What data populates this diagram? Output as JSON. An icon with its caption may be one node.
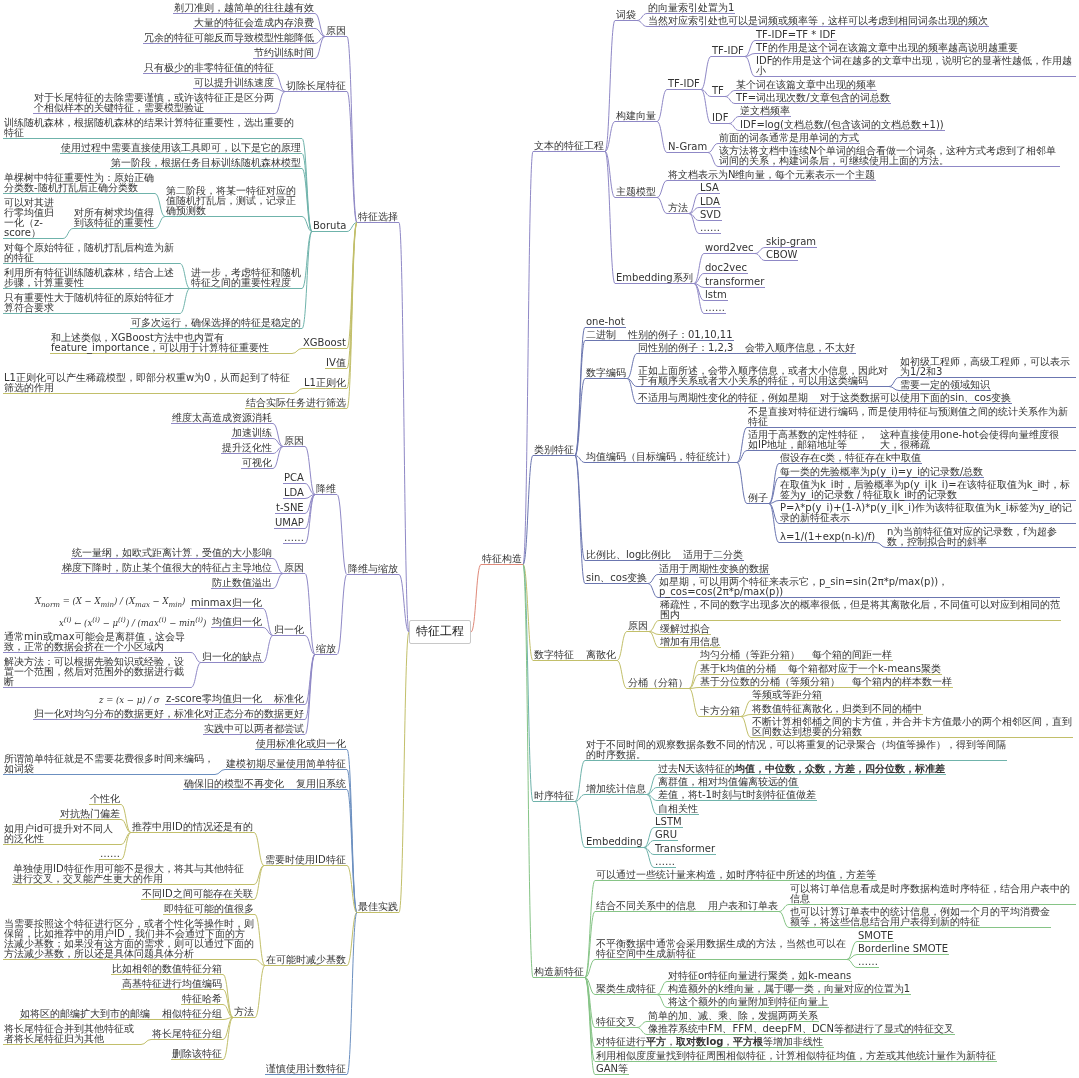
{
  "diagram": {
    "nodes": [
      {
        "text": [
          "特征工程"
        ]
      },
      {
        "text": [
          "特征选择"
        ]
      },
      {
        "text": [
          "原因"
        ]
      },
      {
        "text": [
          "剃刀准则，越简单的往往越有效"
        ]
      },
      {
        "text": [
          "大量的特征会造成内存浪费"
        ]
      },
      {
        "text": [
          "冗余的特征可能反而导致模型性能降低"
        ]
      },
      {
        "text": [
          "节约训练时间"
        ]
      },
      {
        "text": [
          "切除长尾特征"
        ]
      },
      {
        "text": [
          "只有极少的非零特征值的特征"
        ]
      },
      {
        "text": [
          "可以提升训练速度"
        ]
      },
      {
        "text": [
          "对于长尾特征的去除需要谨慎，或许该特征正是区分两个相似样本的关键特征，需要模型验证"
        ]
      },
      {
        "text": [
          "Boruta"
        ]
      },
      {
        "text": [
          "训练随机森林，根据随机森林的结果计算特征重要性，选出重要的特征"
        ]
      },
      {
        "text": [
          "使用过程中需要直接使用该工具即可，以下是它的原理"
        ]
      },
      {
        "text": [
          "第一阶段，根据任务目标训练随机森林模型"
        ]
      },
      {
        "text": [
          "第二阶段，将某一特征对应的值随机打乱后，测试，记录正确预测数"
        ]
      },
      {
        "text": [
          "单棵树中特征重要性为：原始正确分类数-随机打乱后正确分类数"
        ]
      },
      {
        "text": [
          "对所有树求均值得到该特征的重要性"
        ]
      },
      {
        "text": [
          "可以对其进行零均值归一化（z-score）"
        ]
      },
      {
        "text": [
          "进一步，考虑特征和随机特征之间的重要性程度"
        ]
      },
      {
        "text": [
          "对每个原始特征，随机打乱后构造为新的特征"
        ]
      },
      {
        "text": [
          "利用所有特征训练随机森林，结合上述步骤，计算重要性"
        ]
      },
      {
        "text": [
          "只有重要性大于随机特征的原始特征才算符合要求"
        ]
      },
      {
        "text": [
          "可多次运行，确保选择的特征是稳定的"
        ]
      },
      {
        "text": [
          "XGBoost"
        ]
      },
      {
        "text": [
          "和上述类似，XGBoost方法中也内置有feature_importance，可以用于计算特征重要性"
        ]
      },
      {
        "text": [
          "IV值"
        ]
      },
      {
        "text": [
          "L1正则化"
        ]
      },
      {
        "text": [
          "L1正则化可以产生稀疏模型，即部分权重w为0，从而起到了特征筛选的作用"
        ]
      },
      {
        "text": [
          "结合实际任务进行筛选"
        ]
      },
      {
        "text": [
          "降维与缩放"
        ]
      },
      {
        "text": [
          "降维"
        ]
      },
      {
        "text": [
          "原因"
        ]
      },
      {
        "text": [
          "维度太高造成资源消耗"
        ]
      },
      {
        "text": [
          "加速训练"
        ]
      },
      {
        "text": [
          "提升泛化性"
        ]
      },
      {
        "text": [
          "可视化"
        ]
      },
      {
        "text": [
          "PCA"
        ]
      },
      {
        "text": [
          "LDA"
        ]
      },
      {
        "text": [
          "t-SNE"
        ]
      },
      {
        "text": [
          "UMAP"
        ]
      },
      {
        "text": [
          "……"
        ]
      },
      {
        "text": [
          "缩放"
        ]
      },
      {
        "text": [
          "原因"
        ]
      },
      {
        "text": [
          "统一量纲，如欧式距离计算，受值的大小影响"
        ]
      },
      {
        "text": [
          "梯度下降时，防止某个值很大的特征占主导地位"
        ]
      },
      {
        "text": [
          "防止数值溢出"
        ]
      },
      {
        "text": [
          "归一化"
        ]
      },
      {
        "text": [
          "minmax归一化"
        ],
        "beside": [
          "X$_{norm}$ = (X − X$_{min}$) / (X$_{max}$ − X$_{min}$)"
        ]
      },
      {
        "text": [
          "均值归一化"
        ],
        "beside": [
          "x$^{(i)}$ ← (x$^{(i)}$ − μ$^{(i)}$) / (max$^{(i)}$ − min$^{(i)}$)"
        ]
      },
      {
        "text": [
          "归一化的缺点"
        ]
      },
      {
        "text": [
          "通常min或max可能会是离群值，这会导致，正常的数据会挤在一个小区域内"
        ]
      },
      {
        "text": [
          "解决方法：可以根据先验知识或经验，设置一个范围，然后对范围外的数据进行截断"
        ]
      },
      {
        "text": [
          "标准化"
        ]
      },
      {
        "text": [
          "z-score零均值归一化"
        ],
        "beside": [
          "z = (x − μ) / σ"
        ]
      },
      {
        "text": [
          "归一化对均匀分布的数据更好，标准化对正态分布的数据更好"
        ]
      },
      {
        "text": [
          "实践中可以两者都尝试"
        ]
      },
      {
        "text": [
          "最佳实践"
        ]
      },
      {
        "text": [
          "使用标准化或归一化"
        ]
      },
      {
        "text": [
          "建模初期尽量使用简单特征"
        ]
      },
      {
        "text": [
          "所谓简单特征就是不需要花费很多时间来编码，如词袋"
        ]
      },
      {
        "text": [
          "复用旧系统"
        ]
      },
      {
        "text": [
          "确保旧的模型不再变化"
        ]
      },
      {
        "text": [
          "需要时使用ID特征"
        ]
      },
      {
        "text": [
          "推荐中用ID的情况还是有的"
        ]
      },
      {
        "text": [
          "个性化"
        ]
      },
      {
        "text": [
          "对抗热门偏差"
        ]
      },
      {
        "text": [
          "如用户id可提升对不同人的泛化性"
        ]
      },
      {
        "text": [
          "……"
        ]
      },
      {
        "text": [
          "单独使用ID特征作用可能不是很大，将其与其他特征进行交叉，交叉能产生更大的作用"
        ]
      },
      {
        "text": [
          "不同ID之间可能存在关联"
        ]
      },
      {
        "text": [
          "在可能时减少基数"
        ]
      },
      {
        "text": [
          "即特征可能的值很多"
        ]
      },
      {
        "text": [
          "当需要按照这个特征进行区分，或者个性化等操作时，则保留，比如推荐中的用户ID，我们并不会通过下面的方法减少基数；如果没有这方面的需求，则可以通过下面的方法减少基数，所以还是具体问题具体分析"
        ]
      },
      {
        "text": [
          "方法"
        ]
      },
      {
        "text": [
          "比如相邻的数值特征分箱"
        ]
      },
      {
        "text": [
          "高基特征进行均值编码"
        ]
      },
      {
        "text": [
          "特征哈希"
        ]
      },
      {
        "text": [
          "相似特征分组"
        ]
      },
      {
        "text": [
          "如将区的邮编扩大到市的邮编"
        ]
      },
      {
        "text": [
          "将长尾特征分组"
        ]
      },
      {
        "text": [
          "将长尾特征合并到其他特征或者将长尾特征归为其他"
        ]
      },
      {
        "text": [
          "删除该特征"
        ]
      },
      {
        "text": [
          "谨慎使用计数特征"
        ]
      },
      {
        "text": [
          "特征构造"
        ]
      },
      {
        "text": [
          "文本的特征工程"
        ]
      },
      {
        "text": [
          "词袋"
        ]
      },
      {
        "text": [
          "的向量索引处置为1"
        ]
      },
      {
        "text": [
          "当然对应索引处也可以是词频或频率等，这样可以考虑到相同词条出现的频次"
        ]
      },
      {
        "text": [
          "构建向量"
        ]
      },
      {
        "text": [
          "TF-IDF"
        ]
      },
      {
        "text": [
          "TF-IDF"
        ]
      },
      {
        "text": [
          "TF-IDF=TF * IDF"
        ]
      },
      {
        "text": [
          "TF的作用是这个词在该篇文章中出现的频率越高说明越重要"
        ]
      },
      {
        "text": [
          "IDF的作用是这个词在越多的文章中出现，说明它的显著性越低，作用越小"
        ]
      },
      {
        "text": [
          "TF"
        ]
      },
      {
        "text": [
          "某个词在该篇文章中出现的频率"
        ]
      },
      {
        "text": [
          "TF=词出现次数/文章包含的词总数"
        ]
      },
      {
        "text": [
          "IDF"
        ]
      },
      {
        "text": [
          "逆文档频率"
        ]
      },
      {
        "text": [
          "IDF=log(文档总数/(包含该词的文档总数+1))"
        ]
      },
      {
        "text": [
          "N-Gram"
        ]
      },
      {
        "text": [
          "前面的词条通常是用单词的方式"
        ]
      },
      {
        "text": [
          "该方法将文档中连续N个单词的组合看做一个词条，这种方式考虑到了相邻单词间的关系，构建词条后，可继续使用上面的方法。"
        ]
      },
      {
        "text": [
          "主题模型"
        ]
      },
      {
        "text": [
          "将文档表示为N维向量，每个元素表示一个主题"
        ]
      },
      {
        "text": [
          "方法"
        ]
      },
      {
        "text": [
          "LSA"
        ]
      },
      {
        "text": [
          "LDA"
        ]
      },
      {
        "text": [
          "SVD"
        ]
      },
      {
        "text": [
          "……"
        ]
      },
      {
        "text": [
          "Embedding系列"
        ]
      },
      {
        "text": [
          "word2vec"
        ]
      },
      {
        "text": [
          "skip-gram"
        ]
      },
      {
        "text": [
          "CBOW"
        ]
      },
      {
        "text": [
          "doc2vec"
        ]
      },
      {
        "text": [
          "transformer"
        ]
      },
      {
        "text": [
          "lstm"
        ]
      },
      {
        "text": [
          "……"
        ]
      },
      {
        "text": [
          "类别特征"
        ]
      },
      {
        "text": [
          "one-hot"
        ]
      },
      {
        "text": [
          "二进制"
        ]
      },
      {
        "text": [
          "性别的例子：01,10,11"
        ]
      },
      {
        "text": [
          "数字编码"
        ]
      },
      {
        "text": [
          "同性别的例子：1,2,3"
        ]
      },
      {
        "text": [
          "会带入顺序信息，不太好"
        ]
      },
      {
        "text": [
          "正如上面所述，会带入顺序信息，或者大小信息，因此对于有顺序关系或者大小关系的特征，可以用这类编码"
        ]
      },
      {
        "text": [
          "如初级工程师，高级工程师，可以表示为1/2和3"
        ]
      },
      {
        "text": [
          "需要一定的领域知识"
        ]
      },
      {
        "text": [
          "不适用与周期性变化的特征，例如星期"
        ]
      },
      {
        "text": [
          "对于这类数据可以使用下面的sin、cos变换"
        ]
      },
      {
        "text": [
          "均值编码（目标编码，特征统计）"
        ]
      },
      {
        "text": [
          "不是直接对特征进行编码，而是使用特征与预测值之间的统计关系作为新特征"
        ]
      },
      {
        "text": [
          "适用于高基数的定性特征，如IP地址，邮箱地址等"
        ]
      },
      {
        "text": [
          "这种直接使用one-hot会使得向量维度很大，很稀疏"
        ]
      },
      {
        "text": [
          "例子"
        ]
      },
      {
        "text": [
          "假设存在c类，特征存在k中取值"
        ]
      },
      {
        "text": [
          "每一类的先验概率为p(y_i)=y_i的记录数/总数"
        ]
      },
      {
        "text": [
          "在取值为k_i时，后验概率为p(y_i|k_i)=在该特征取值为k_i时，标签为y_i的记录数 / 特征取k_i时的记录数"
        ]
      },
      {
        "text": [
          "P=λ*p(y_i)+(1-λ)*p(y_i|k_i)作为该特征取值为k_i标签为y_i的记录的新特征表示"
        ]
      },
      {
        "text": [
          "λ=1/(1+exp(n-k)/f)"
        ]
      },
      {
        "text": [
          "n为当前特征值对应的记录数，f为超参数，控制拟合时的斜率"
        ]
      },
      {
        "text": [
          "比例比、log比例比"
        ]
      },
      {
        "text": [
          "适用于二分类"
        ]
      },
      {
        "text": [
          "sin、cos变换"
        ]
      },
      {
        "text": [
          "适用于周期性变换的数据"
        ]
      },
      {
        "text": [
          "如星期，可以用两个特征来表示它，p_sin=sin(2π*p/max(p))，p_cos=cos(2π*p/max(p))"
        ]
      },
      {
        "text": [
          "数字特征"
        ]
      },
      {
        "text": [
          "离散化"
        ]
      },
      {
        "text": [
          "原因"
        ]
      },
      {
        "text": [
          "稀疏性，不同的数字出现多次的概率很低，但是将其离散化后，不同值可以对应到相同的范围内"
        ]
      },
      {
        "text": [
          "缓解过拟合"
        ]
      },
      {
        "text": [
          "增加有用信息"
        ]
      },
      {
        "text": [
          "分桶（分箱）"
        ]
      },
      {
        "text": [
          "均匀分桶（等距分箱）"
        ]
      },
      {
        "text": [
          "每个箱的间距一样"
        ]
      },
      {
        "text": [
          "基于k均值的分桶"
        ]
      },
      {
        "text": [
          "每个箱都对应于一个k-means聚类"
        ]
      },
      {
        "text": [
          "基于分位数的分桶（等频分箱）"
        ]
      },
      {
        "text": [
          "每个箱内的样本数一样"
        ]
      },
      {
        "text": [
          "卡方分箱"
        ]
      },
      {
        "text": [
          "等频或等距分箱"
        ]
      },
      {
        "text": [
          "将数值特征离散化，归类到不同的桶中"
        ]
      },
      {
        "text": [
          "不断计算相邻桶之间的卡方值，并合并卡方值最小的两个相邻区间，直到区间数达到想要的分箱数"
        ]
      },
      {
        "text": [
          "时序特征"
        ]
      },
      {
        "text": [
          "对于不同时间的观察数据条数不同的情况，可以将重复的记录聚合（均值等操作），得到等间隔的时序数据。"
        ]
      },
      {
        "text": [
          "增加统计信息"
        ]
      },
      {
        "text": [
          "过去N天该特征的**均值，中位数，众数，方差，四分位数，标准差**"
        ]
      },
      {
        "text": [
          "离群值，相对均值偏离较远的值"
        ]
      },
      {
        "text": [
          "差值，将t-1时刻与t时刻特征值做差"
        ]
      },
      {
        "text": [
          "自相关性"
        ]
      },
      {
        "text": [
          "Embedding"
        ]
      },
      {
        "text": [
          "LSTM"
        ]
      },
      {
        "text": [
          "GRU"
        ]
      },
      {
        "text": [
          "Transformer"
        ]
      },
      {
        "text": [
          "……"
        ]
      },
      {
        "text": [
          "构造新特征"
        ]
      },
      {
        "text": [
          "可以通过一些统计量来构造，如时序特征中所述的均值，方差等"
        ]
      },
      {
        "text": [
          "结合不同关系中的信息"
        ]
      },
      {
        "text": [
          "用户表和订单表"
        ]
      },
      {
        "text": [
          "可以将订单信息看成是时序数据构造时序特征，结合用户表中的信息"
        ]
      },
      {
        "text": [
          "也可以计算订单表中的统计信息，例如一个月的平均消费金额等，将这些信息结合用户表得到新的特征"
        ]
      },
      {
        "text": [
          "不平衡数据中通常会采用数据生成的方法，当然也可以在特征空间中生成新特征"
        ]
      },
      {
        "text": [
          "SMOTE"
        ]
      },
      {
        "text": [
          "Borderline SMOTE"
        ]
      },
      {
        "text": [
          "……"
        ]
      },
      {
        "text": [
          "聚类生成特征"
        ]
      },
      {
        "text": [
          "对特征or特征向量进行聚类，如k-means"
        ]
      },
      {
        "text": [
          "构造额外的k维向量，属于哪一类，向量对应的位置为1"
        ]
      },
      {
        "text": [
          "将这个额外的向量附加到特征向量上"
        ]
      },
      {
        "text": [
          "特征交叉"
        ]
      },
      {
        "text": [
          "简单的加、减、乘、除，发掘两两关系"
        ]
      },
      {
        "text": [
          "像推荐系统中FM、FFM、deepFM、DCN等都进行了显式的特征交叉"
        ]
      },
      {
        "text": [
          "对特征进行**平方**，**取对数log**，**平方根**等增加非线性"
        ]
      },
      {
        "text": [
          "利用相似度度量找到特征周围相似特征，计算相似特征均值，方差或其他统计量作为新特征"
        ]
      },
      {
        "text": [
          "GAN等"
        ]
      }
    ],
    "edges": [
      {
        "from": 0,
        "to": 1,
        "arrow": "none"
      },
      {
        "from": 1,
        "to": 2,
        "arrow": "none"
      },
      {
        "from": 2,
        "to": 3,
        "arrow": "none"
      },
      {
        "from": 2,
        "to": 4,
        "arrow": "none"
      },
      {
        "from": 2,
        "to": 5,
        "arrow": "none"
      },
      {
        "from": 2,
        "to": 6,
        "arrow": "none"
      },
      {
        "from": 1,
        "to": 7,
        "arrow": "none"
      },
      {
        "from": 7,
        "to": 8,
        "arrow": "none"
      },
      {
        "from": 7,
        "to": 9,
        "arrow": "none"
      },
      {
        "from": 7,
        "to": 10,
        "arrow": "none"
      },
      {
        "from": 1,
        "to": 11,
        "arrow": "none",
        "color": "#6fb3ab"
      },
      {
        "from": 11,
        "to": 12,
        "arrow": "none",
        "color": "#6fb3ab"
      },
      {
        "from": 11,
        "to": 13,
        "arrow": "none",
        "color": "#6fb3ab"
      },
      {
        "from": 11,
        "to": 14,
        "arrow": "none",
        "color": "#6fb3ab"
      },
      {
        "from": 11,
        "to": 15,
        "arrow": "none",
        "color": "#6fb3ab"
      },
      {
        "from": 15,
        "to": 16,
        "arrow": "none",
        "color": "#6fb3ab"
      },
      {
        "from": 15,
        "to": 17,
        "arrow": "none",
        "color": "#6fb3ab"
      },
      {
        "from": 17,
        "to": 18,
        "arrow": "none",
        "color": "#6fb3ab"
      },
      {
        "from": 11,
        "to": 19,
        "arrow": "none",
        "color": "#6fb3ab"
      },
      {
        "from": 19,
        "to": 20,
        "arrow": "none",
        "color": "#6fb3ab"
      },
      {
        "from": 19,
        "to": 21,
        "arrow": "none",
        "color": "#6fb3ab"
      },
      {
        "from": 19,
        "to": 22,
        "arrow": "none",
        "color": "#6fb3ab"
      },
      {
        "from": 11,
        "to": 23,
        "arrow": "none",
        "color": "#6fb3ab"
      },
      {
        "from": 1,
        "to": 24,
        "arrow": "none",
        "color": "#c2bf6a"
      },
      {
        "from": 24,
        "to": 25,
        "arrow": "none",
        "color": "#c2bf6a"
      },
      {
        "from": 1,
        "to": 26,
        "arrow": "none",
        "color": "#c2bf6a"
      },
      {
        "from": 1,
        "to": 27,
        "arrow": "none",
        "color": "#c2bf6a"
      },
      {
        "from": 27,
        "to": 28,
        "arrow": "none",
        "color": "#c2bf6a"
      },
      {
        "from": 1,
        "to": 29,
        "arrow": "none",
        "color": "#c2bf6a"
      },
      {
        "from": 0,
        "to": 30,
        "arrow": "none"
      },
      {
        "from": 30,
        "to": 31,
        "arrow": "none"
      },
      {
        "from": 31,
        "to": 32,
        "arrow": "none"
      },
      {
        "from": 32,
        "to": 33,
        "arrow": "none"
      },
      {
        "from": 32,
        "to": 34,
        "arrow": "none"
      },
      {
        "from": 32,
        "to": 35,
        "arrow": "none"
      },
      {
        "from": 32,
        "to": 36,
        "arrow": "none"
      },
      {
        "from": 31,
        "to": 37,
        "arrow": "none"
      },
      {
        "from": 31,
        "to": 38,
        "arrow": "none"
      },
      {
        "from": 31,
        "to": 39,
        "arrow": "none"
      },
      {
        "from": 31,
        "to": 40,
        "arrow": "none"
      },
      {
        "from": 31,
        "to": 41,
        "arrow": "none"
      },
      {
        "from": 30,
        "to": 42,
        "arrow": "none"
      },
      {
        "from": 42,
        "to": 43,
        "arrow": "none"
      },
      {
        "from": 43,
        "to": 44,
        "arrow": "none"
      },
      {
        "from": 43,
        "to": 45,
        "arrow": "none"
      },
      {
        "from": 43,
        "to": 46,
        "arrow": "none"
      },
      {
        "from": 42,
        "to": 47,
        "arrow": "none"
      },
      {
        "from": 47,
        "to": 48,
        "arrow": "none"
      },
      {
        "from": 47,
        "to": 49,
        "arrow": "none"
      },
      {
        "from": 47,
        "to": 50,
        "arrow": "none"
      },
      {
        "from": 50,
        "to": 51,
        "arrow": "none"
      },
      {
        "from": 50,
        "to": 52,
        "arrow": "none"
      },
      {
        "from": 42,
        "to": 53,
        "arrow": "none"
      },
      {
        "from": 53,
        "to": 54,
        "arrow": "none"
      },
      {
        "from": 42,
        "to": 55,
        "arrow": "none"
      },
      {
        "from": 42,
        "to": 56,
        "arrow": "none"
      },
      {
        "from": 0,
        "to": 57,
        "arrow": "none",
        "color": "#c2bf6a"
      },
      {
        "from": 57,
        "to": 58,
        "arrow": "none",
        "color": "#6b8fc0"
      },
      {
        "from": 57,
        "to": 59,
        "arrow": "none",
        "color": "#6b8fc0"
      },
      {
        "from": 59,
        "to": 60,
        "arrow": "none",
        "color": "#6b8fc0"
      },
      {
        "from": 57,
        "to": 61,
        "arrow": "none",
        "color": "#6b8fc0"
      },
      {
        "from": 61,
        "to": 62,
        "arrow": "none",
        "color": "#6b8fc0"
      },
      {
        "from": 57,
        "to": 63,
        "arrow": "none",
        "color": "#c2bf6a"
      },
      {
        "from": 63,
        "to": 64,
        "arrow": "none",
        "color": "#c2bf6a"
      },
      {
        "from": 64,
        "to": 65,
        "arrow": "none",
        "color": "#c2bf6a"
      },
      {
        "from": 64,
        "to": 66,
        "arrow": "none",
        "color": "#c2bf6a"
      },
      {
        "from": 64,
        "to": 67,
        "arrow": "none",
        "color": "#c2bf6a"
      },
      {
        "from": 64,
        "to": 68,
        "arrow": "none",
        "color": "#c2bf6a"
      },
      {
        "from": 63,
        "to": 69,
        "arrow": "none",
        "color": "#c2bf6a"
      },
      {
        "from": 63,
        "to": 70,
        "arrow": "none",
        "color": "#c2bf6a"
      },
      {
        "from": 57,
        "to": 71,
        "arrow": "none",
        "color": "#c2bf6a"
      },
      {
        "from": 71,
        "to": 72,
        "arrow": "none",
        "color": "#c2bf6a"
      },
      {
        "from": 71,
        "to": 73,
        "arrow": "none",
        "color": "#c2bf6a"
      },
      {
        "from": 71,
        "to": 74,
        "arrow": "none",
        "color": "#c2bf6a"
      },
      {
        "from": 74,
        "to": 75,
        "arrow": "none",
        "color": "#c2bf6a"
      },
      {
        "from": 74,
        "to": 76,
        "arrow": "none",
        "color": "#c2bf6a"
      },
      {
        "from": 74,
        "to": 77,
        "arrow": "none",
        "color": "#c2bf6a"
      },
      {
        "from": 74,
        "to": 78,
        "arrow": "none",
        "color": "#c2bf6a"
      },
      {
        "from": 78,
        "to": 79,
        "arrow": "none",
        "color": "#c2bf6a"
      },
      {
        "from": 74,
        "to": 80,
        "arrow": "none",
        "color": "#c2bf6a"
      },
      {
        "from": 80,
        "to": 81,
        "arrow": "none",
        "color": "#c2bf6a"
      },
      {
        "from": 74,
        "to": 82,
        "arrow": "none",
        "color": "#c2bf6a"
      },
      {
        "from": 57,
        "to": 83,
        "arrow": "none",
        "color": "#6b8fc0"
      },
      {
        "from": 0,
        "to": 84,
        "arrow": "none",
        "color": "#e08a7a"
      },
      {
        "from": 84,
        "to": 85,
        "arrow": "none"
      },
      {
        "from": 85,
        "to": 86,
        "arrow": "none"
      },
      {
        "from": 86,
        "to": 87,
        "arrow": "none"
      },
      {
        "from": 86,
        "to": 88,
        "arrow": "none"
      },
      {
        "from": 85,
        "to": 89,
        "arrow": "none"
      },
      {
        "from": 89,
        "to": 90,
        "arrow": "none"
      },
      {
        "from": 90,
        "to": 91,
        "arrow": "none"
      },
      {
        "from": 91,
        "to": 92,
        "arrow": "none"
      },
      {
        "from": 91,
        "to": 93,
        "arrow": "none"
      },
      {
        "from": 91,
        "to": 94,
        "arrow": "none"
      },
      {
        "from": 90,
        "to": 95,
        "arrow": "none"
      },
      {
        "from": 95,
        "to": 96,
        "arrow": "none"
      },
      {
        "from": 95,
        "to": 97,
        "arrow": "none"
      },
      {
        "from": 90,
        "to": 98,
        "arrow": "none"
      },
      {
        "from": 98,
        "to": 99,
        "arrow": "none"
      },
      {
        "from": 98,
        "to": 100,
        "arrow": "none"
      },
      {
        "from": 89,
        "to": 101,
        "arrow": "none"
      },
      {
        "from": 101,
        "to": 102,
        "arrow": "none"
      },
      {
        "from": 101,
        "to": 103,
        "arrow": "none"
      },
      {
        "from": 85,
        "to": 104,
        "arrow": "none"
      },
      {
        "from": 104,
        "to": 105,
        "arrow": "none"
      },
      {
        "from": 104,
        "to": 106,
        "arrow": "none"
      },
      {
        "from": 106,
        "to": 107,
        "arrow": "none"
      },
      {
        "from": 106,
        "to": 108,
        "arrow": "none"
      },
      {
        "from": 106,
        "to": 109,
        "arrow": "none"
      },
      {
        "from": 106,
        "to": 110,
        "arrow": "none"
      },
      {
        "from": 85,
        "to": 111,
        "arrow": "none"
      },
      {
        "from": 111,
        "to": 112,
        "arrow": "none"
      },
      {
        "from": 112,
        "to": 113,
        "arrow": "none"
      },
      {
        "from": 112,
        "to": 114,
        "arrow": "none"
      },
      {
        "from": 111,
        "to": 115,
        "arrow": "none"
      },
      {
        "from": 111,
        "to": 116,
        "arrow": "none"
      },
      {
        "from": 111,
        "to": 117,
        "arrow": "none"
      },
      {
        "from": 111,
        "to": 118,
        "arrow": "none"
      },
      {
        "from": 84,
        "to": 119,
        "arrow": "none",
        "color": "#6b76b0"
      },
      {
        "from": 119,
        "to": 120,
        "arrow": "none",
        "color": "#6b76b0"
      },
      {
        "from": 119,
        "to": 121,
        "arrow": "none",
        "color": "#6b76b0"
      },
      {
        "from": 121,
        "to": 122,
        "arrow": "none",
        "color": "#6b76b0"
      },
      {
        "from": 119,
        "to": 123,
        "arrow": "none",
        "color": "#6b76b0"
      },
      {
        "from": 123,
        "to": 124,
        "arrow": "none",
        "color": "#6b76b0"
      },
      {
        "from": 124,
        "to": 125,
        "arrow": "none",
        "color": "#6b76b0"
      },
      {
        "from": 123,
        "to": 126,
        "arrow": "none",
        "color": "#6b76b0"
      },
      {
        "from": 126,
        "to": 127,
        "arrow": "none",
        "color": "#6b76b0"
      },
      {
        "from": 126,
        "to": 128,
        "arrow": "none",
        "color": "#6b76b0"
      },
      {
        "from": 123,
        "to": 129,
        "arrow": "none",
        "color": "#6b76b0"
      },
      {
        "from": 129,
        "to": 130,
        "arrow": "none",
        "color": "#6b76b0"
      },
      {
        "from": 119,
        "to": 131,
        "arrow": "none",
        "color": "#6b76b0"
      },
      {
        "from": 131,
        "to": 132,
        "arrow": "none",
        "color": "#6b76b0"
      },
      {
        "from": 131,
        "to": 133,
        "arrow": "none",
        "color": "#6b76b0"
      },
      {
        "from": 133,
        "to": 134,
        "arrow": "none",
        "color": "#6b76b0"
      },
      {
        "from": 131,
        "to": 135,
        "arrow": "none",
        "color": "#6b76b0"
      },
      {
        "from": 135,
        "to": 136,
        "arrow": "none",
        "color": "#6b76b0"
      },
      {
        "from": 135,
        "to": 137,
        "arrow": "none",
        "color": "#6b76b0"
      },
      {
        "from": 135,
        "to": 138,
        "arrow": "none",
        "color": "#6b76b0"
      },
      {
        "from": 135,
        "to": 139,
        "arrow": "none",
        "color": "#6b76b0"
      },
      {
        "from": 135,
        "to": 140,
        "arrow": "none",
        "color": "#6b76b0"
      },
      {
        "from": 140,
        "to": 141,
        "arrow": "none",
        "color": "#6b76b0"
      },
      {
        "from": 119,
        "to": 142,
        "arrow": "none",
        "color": "#6b76b0"
      },
      {
        "from": 142,
        "to": 143,
        "arrow": "none",
        "color": "#6b76b0"
      },
      {
        "from": 119,
        "to": 144,
        "arrow": "none",
        "color": "#6b76b0"
      },
      {
        "from": 144,
        "to": 145,
        "arrow": "none",
        "color": "#6b76b0"
      },
      {
        "from": 144,
        "to": 146,
        "arrow": "none",
        "color": "#6b76b0"
      },
      {
        "from": 84,
        "to": 147,
        "arrow": "none",
        "color": "#c2bf6a"
      },
      {
        "from": 147,
        "to": 148,
        "arrow": "none",
        "color": "#c2bf6a"
      },
      {
        "from": 148,
        "to": 149,
        "arrow": "none",
        "color": "#c2bf6a"
      },
      {
        "from": 149,
        "to": 150,
        "arrow": "none",
        "color": "#c2bf6a"
      },
      {
        "from": 149,
        "to": 151,
        "arrow": "none",
        "color": "#c2bf6a"
      },
      {
        "from": 149,
        "to": 152,
        "arrow": "none",
        "color": "#c2bf6a"
      },
      {
        "from": 148,
        "to": 153,
        "arrow": "none",
        "color": "#c2bf6a"
      },
      {
        "from": 153,
        "to": 154,
        "arrow": "none",
        "color": "#c2bf6a"
      },
      {
        "from": 154,
        "to": 155,
        "arrow": "none",
        "color": "#c2bf6a"
      },
      {
        "from": 153,
        "to": 156,
        "arrow": "none",
        "color": "#c2bf6a"
      },
      {
        "from": 156,
        "to": 157,
        "arrow": "none",
        "color": "#c2bf6a"
      },
      {
        "from": 153,
        "to": 158,
        "arrow": "none",
        "color": "#c2bf6a"
      },
      {
        "from": 158,
        "to": 159,
        "arrow": "none",
        "color": "#c2bf6a"
      },
      {
        "from": 153,
        "to": 160,
        "arrow": "none",
        "color": "#c2bf6a"
      },
      {
        "from": 160,
        "to": 161,
        "arrow": "none",
        "color": "#c2bf6a"
      },
      {
        "from": 160,
        "to": 162,
        "arrow": "none",
        "color": "#c2bf6a"
      },
      {
        "from": 160,
        "to": 163,
        "arrow": "none",
        "color": "#c2bf6a"
      },
      {
        "from": 84,
        "to": 164,
        "arrow": "none",
        "color": "#6fb3ab"
      },
      {
        "from": 164,
        "to": 165,
        "arrow": "none",
        "color": "#6fb3ab"
      },
      {
        "from": 164,
        "to": 166,
        "arrow": "none",
        "color": "#6fb3ab"
      },
      {
        "from": 166,
        "to": 167,
        "arrow": "none",
        "color": "#6fb3ab"
      },
      {
        "from": 166,
        "to": 168,
        "arrow": "none",
        "color": "#6fb3ab"
      },
      {
        "from": 166,
        "to": 169,
        "arrow": "none",
        "color": "#6fb3ab"
      },
      {
        "from": 166,
        "to": 170,
        "arrow": "none",
        "color": "#6fb3ab"
      },
      {
        "from": 164,
        "to": 171,
        "arrow": "none",
        "color": "#6fb3ab"
      },
      {
        "from": 171,
        "to": 172,
        "arrow": "none",
        "color": "#6fb3ab"
      },
      {
        "from": 171,
        "to": 173,
        "arrow": "none",
        "color": "#6fb3ab"
      },
      {
        "from": 171,
        "to": 174,
        "arrow": "none",
        "color": "#6fb3ab"
      },
      {
        "from": 171,
        "to": 175,
        "arrow": "none",
        "color": "#6fb3ab"
      },
      {
        "from": 84,
        "to": 176,
        "arrow": "none",
        "color": "#86c486"
      },
      {
        "from": 176,
        "to": 177,
        "arrow": "none",
        "color": "#86c486"
      },
      {
        "from": 176,
        "to": 178,
        "arrow": "none",
        "color": "#86c486"
      },
      {
        "from": 178,
        "to": 179,
        "arrow": "none",
        "color": "#86c486"
      },
      {
        "from": 179,
        "to": 180,
        "arrow": "none",
        "color": "#86c486"
      },
      {
        "from": 179,
        "to": 181,
        "arrow": "none",
        "color": "#86c486"
      },
      {
        "from": 176,
        "to": 182,
        "arrow": "none",
        "color": "#86c486"
      },
      {
        "from": 182,
        "to": 183,
        "arrow": "none",
        "color": "#86c486"
      },
      {
        "from": 182,
        "to": 184,
        "arrow": "none",
        "color": "#86c486"
      },
      {
        "from": 182,
        "to": 185,
        "arrow": "none",
        "color": "#86c486"
      },
      {
        "from": 176,
        "to": 186,
        "arrow": "none",
        "color": "#86c486"
      },
      {
        "from": 186,
        "to": 187,
        "arrow": "none",
        "color": "#86c486"
      },
      {
        "from": 186,
        "to": 188,
        "arrow": "none",
        "color": "#86c486"
      },
      {
        "from": 186,
        "to": 189,
        "arrow": "none",
        "color": "#86c486"
      },
      {
        "from": 176,
        "to": 190,
        "arrow": "none",
        "color": "#86c486"
      },
      {
        "from": 190,
        "to": 191,
        "arrow": "none",
        "color": "#86c486"
      },
      {
        "from": 190,
        "to": 192,
        "arrow": "none",
        "color": "#86c486"
      },
      {
        "from": 176,
        "to": 193,
        "arrow": "none",
        "color": "#86c486"
      },
      {
        "from": 176,
        "to": 194,
        "arrow": "none",
        "color": "#86c486"
      },
      {
        "from": 176,
        "to": 195,
        "arrow": "none",
        "color": "#86c486"
      }
    ]
  }
}
